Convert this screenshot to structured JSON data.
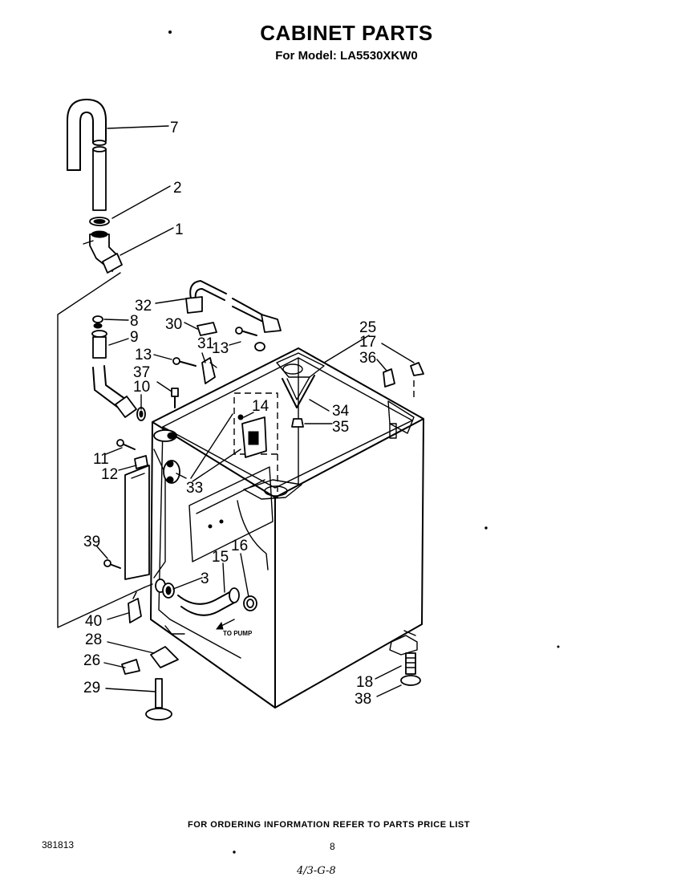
{
  "header": {
    "title": "CABINET PARTS",
    "subtitle": "For Model: LA5530XKW0"
  },
  "diagram": {
    "inline_label": "TO PUMP",
    "callouts": [
      "7",
      "2",
      "1",
      "32",
      "8",
      "30",
      "9",
      "13",
      "31",
      "13",
      "25",
      "17",
      "36",
      "37",
      "10",
      "14",
      "34",
      "35",
      "11",
      "12",
      "33",
      "39",
      "16",
      "15",
      "3",
      "40",
      "28",
      "26",
      "18",
      "29",
      "38"
    ]
  },
  "footer": {
    "ordering_note": "FOR ORDERING INFORMATION REFER TO PARTS PRICE LIST",
    "document_number": "381813",
    "page_number": "8",
    "handwritten_note": "4/3-G-8"
  }
}
